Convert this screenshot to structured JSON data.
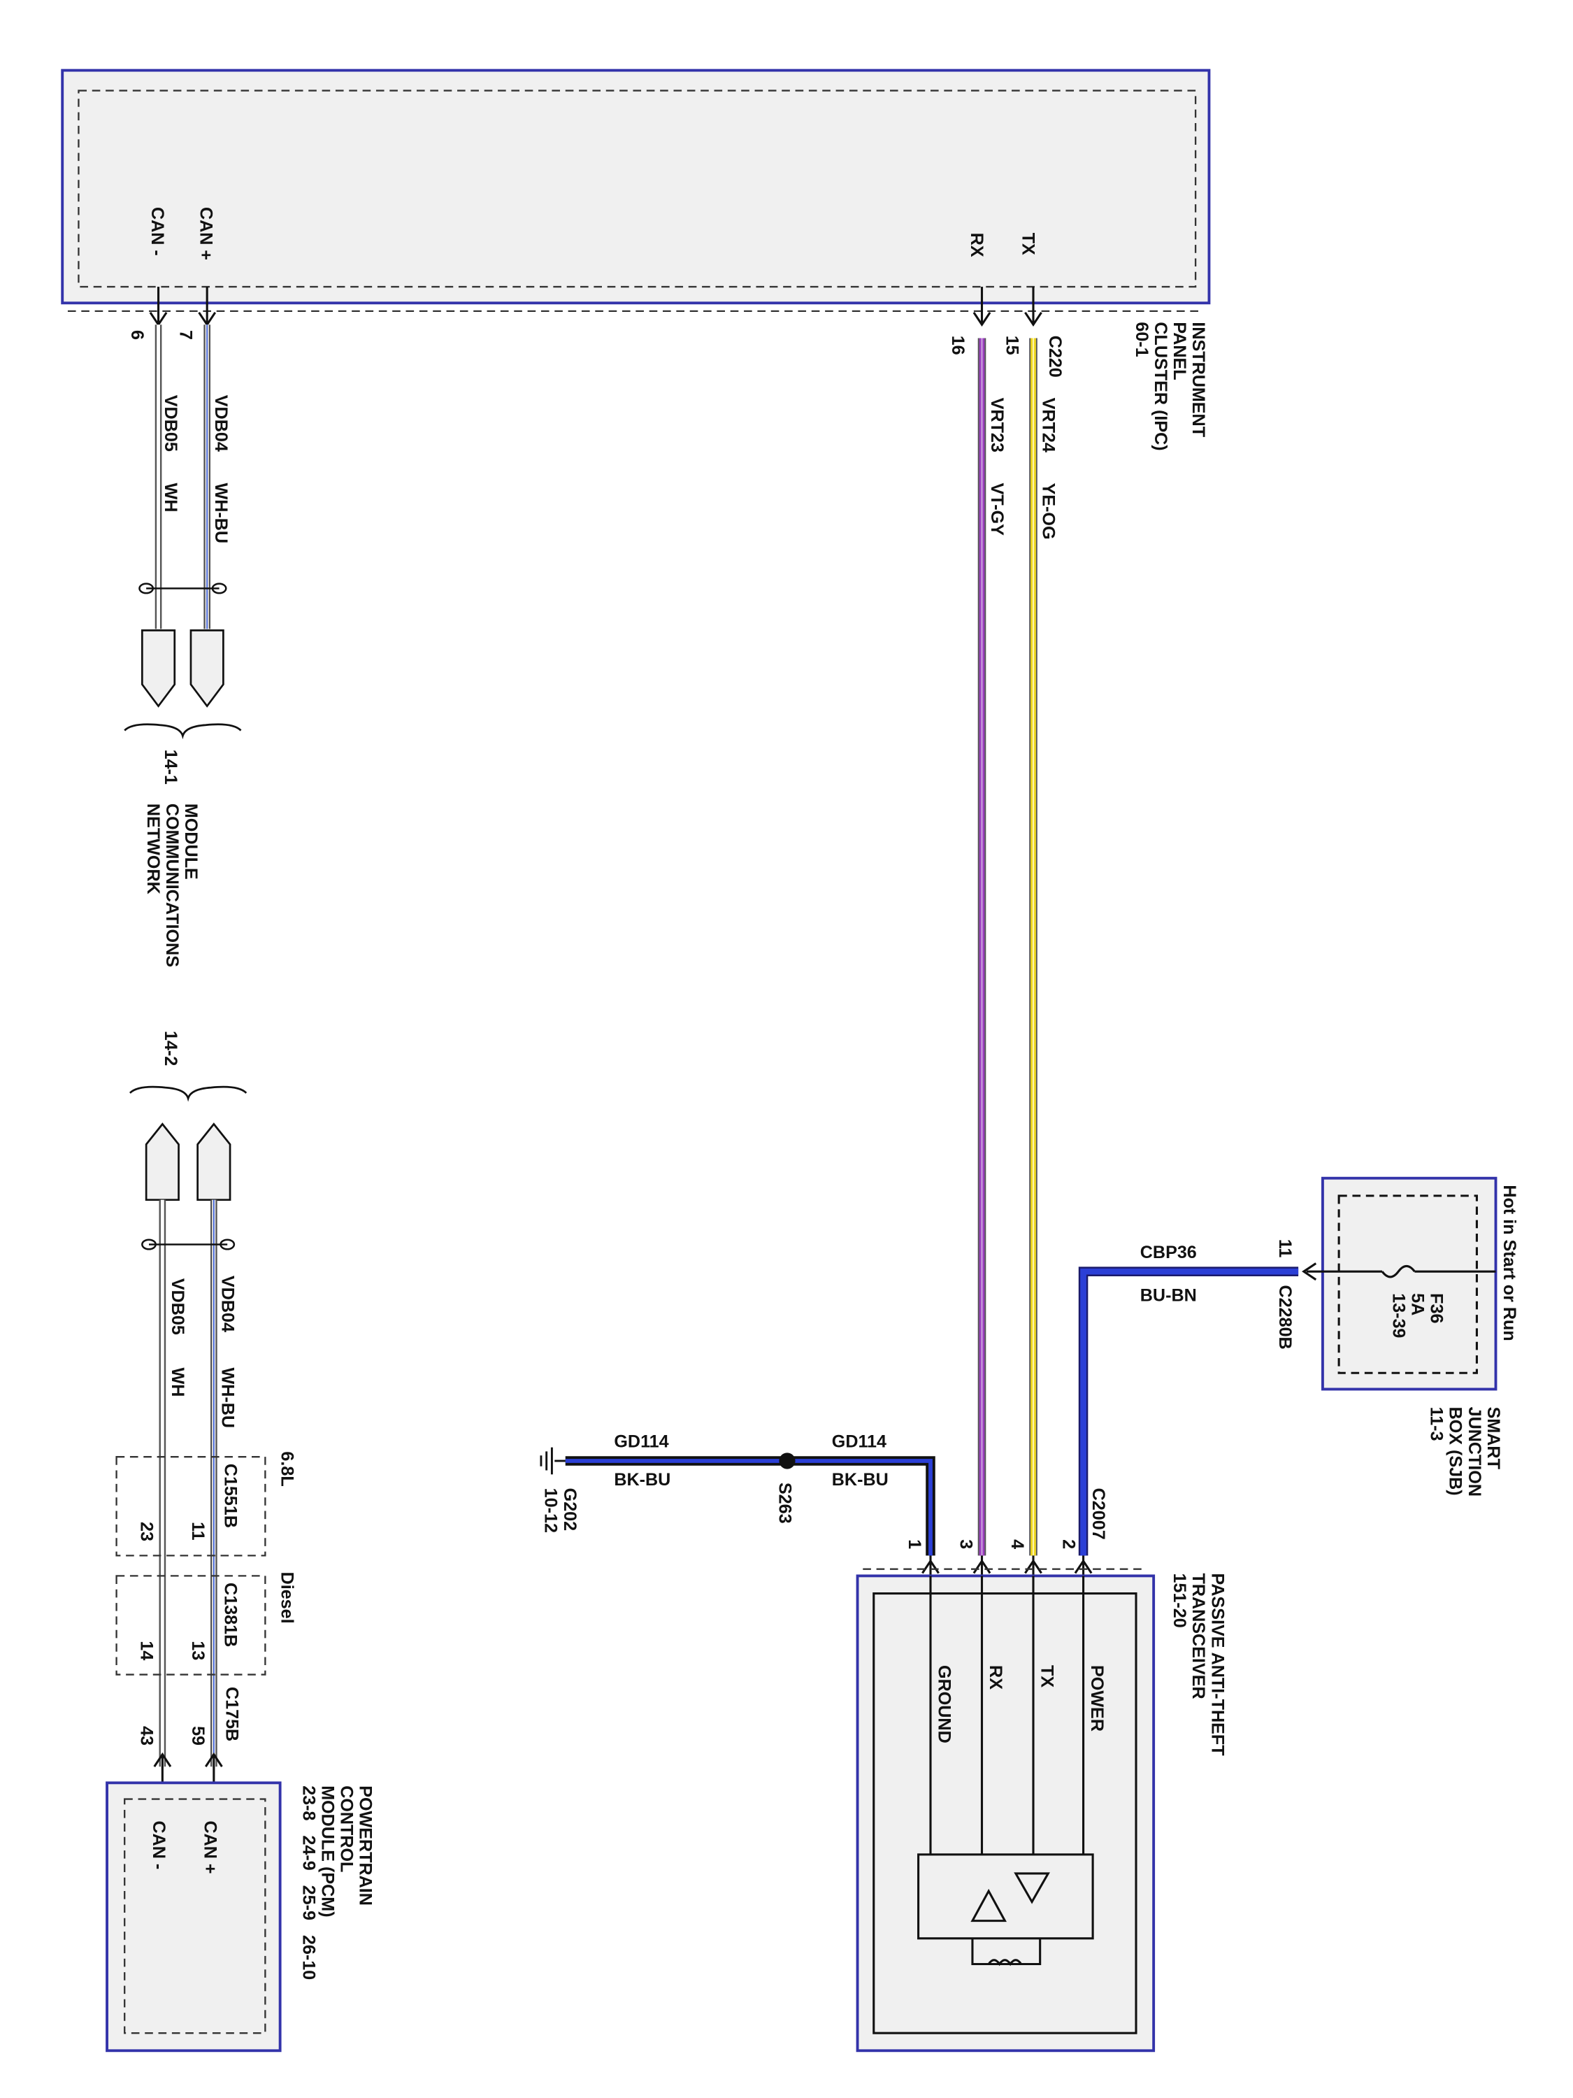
{
  "ipc": {
    "name": [
      "INSTRUMENT",
      "PANEL",
      "CLUSTER (IPC)",
      "60-1"
    ],
    "pins": {
      "can_minus": "CAN -",
      "can_plus": "CAN +",
      "rx": "RX",
      "tx": "TX"
    },
    "connector": "C220",
    "pin_numbers": {
      "can_minus": "6",
      "can_plus": "7",
      "rx": "16",
      "tx": "15"
    }
  },
  "wires": {
    "vdb04": {
      "circuit": "VDB04",
      "color": "WH-BU"
    },
    "vdb05": {
      "circuit": "VDB05",
      "color": "WH"
    },
    "vrt23": {
      "circuit": "VRT23",
      "color": "VT-GY"
    },
    "vrt24": {
      "circuit": "VRT24",
      "color": "YE-OG"
    },
    "cbp36": {
      "circuit": "CBP36",
      "color": "BU-BN"
    },
    "gd114_a": {
      "circuit": "GD114",
      "color": "BK-BU"
    },
    "gd114_b": {
      "circuit": "GD114",
      "color": "BK-BU"
    }
  },
  "network": {
    "ref_top": "14-1",
    "ref_bottom": "14-2",
    "label": [
      "MODULE",
      "COMMUNICATIONS",
      "NETWORK"
    ]
  },
  "sjb": {
    "header": "Hot in Start or Run",
    "fuse": [
      "F36",
      "5A",
      "13-39"
    ],
    "name": [
      "SMART",
      "JUNCTION",
      "BOX (SJB)",
      "11-3"
    ],
    "pin": "11",
    "connector": "C2280B"
  },
  "ground": {
    "id": "G202",
    "ref": "10-12",
    "splice": "S263"
  },
  "pats": {
    "name": [
      "PASSIVE ANTI-THEFT",
      "TRANSCEIVER",
      "151-20"
    ],
    "connector": "C2007",
    "pins": {
      "ground": "GROUND",
      "rx": "RX",
      "tx": "TX",
      "power": "POWER"
    },
    "pin_numbers": {
      "ground": "1",
      "rx": "3",
      "tx": "4",
      "power": "2"
    }
  },
  "inline": {
    "c1551b": {
      "connector": "C1551B",
      "variant": "6.8L",
      "pin_a": "11",
      "pin_b": "23"
    },
    "c1381b": {
      "connector": "C1381B",
      "variant": "Diesel",
      "pin_a": "13",
      "pin_b": "14"
    }
  },
  "pcm": {
    "connector": "C175B",
    "pin_numbers": {
      "can_plus": "59",
      "can_minus": "43"
    },
    "pins": {
      "can_plus": "CAN +",
      "can_minus": "CAN -"
    },
    "name": [
      "POWERTRAIN",
      "CONTROL",
      "MODULE (PCM)",
      "23-8   24-9   25-9   26-10"
    ]
  }
}
